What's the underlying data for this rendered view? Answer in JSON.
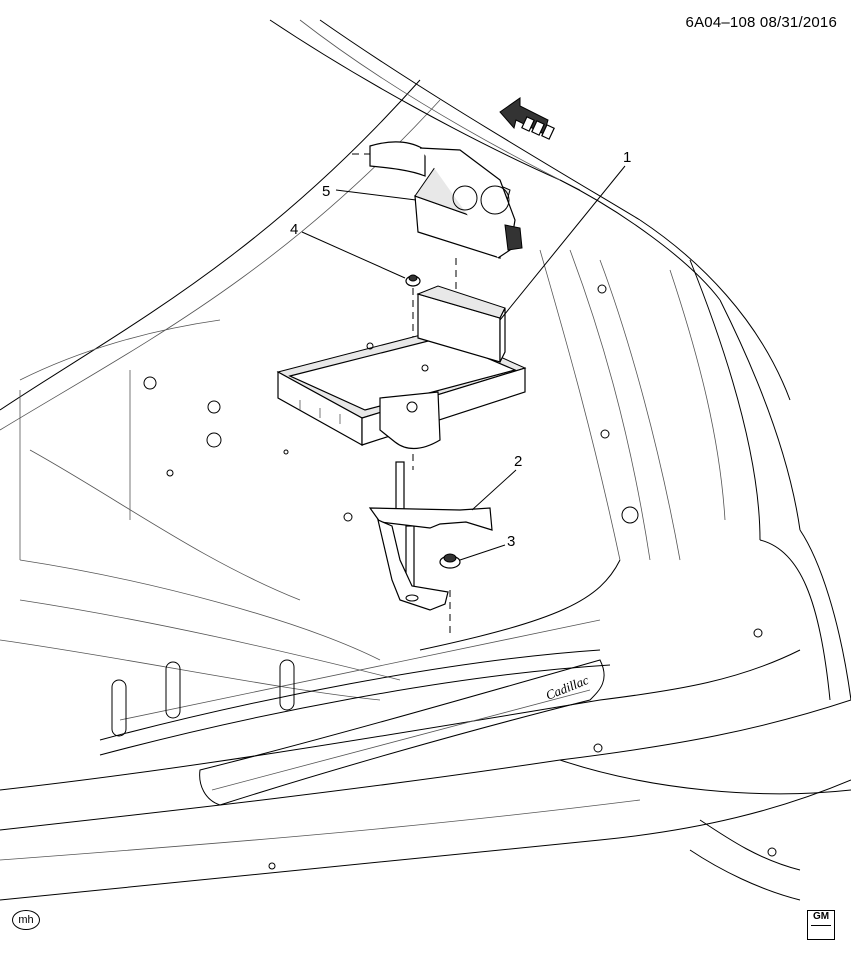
{
  "document": {
    "id_date": "6A04–108  08/31/2016"
  },
  "callouts": [
    {
      "number": "1"
    },
    {
      "number": "2"
    },
    {
      "number": "3"
    },
    {
      "number": "4"
    },
    {
      "number": "5"
    }
  ],
  "badge_text": {
    "emblem": "Cadillac",
    "forward_arrow": "FRT",
    "mh_logo": "mh",
    "gm_logo": "GM"
  }
}
